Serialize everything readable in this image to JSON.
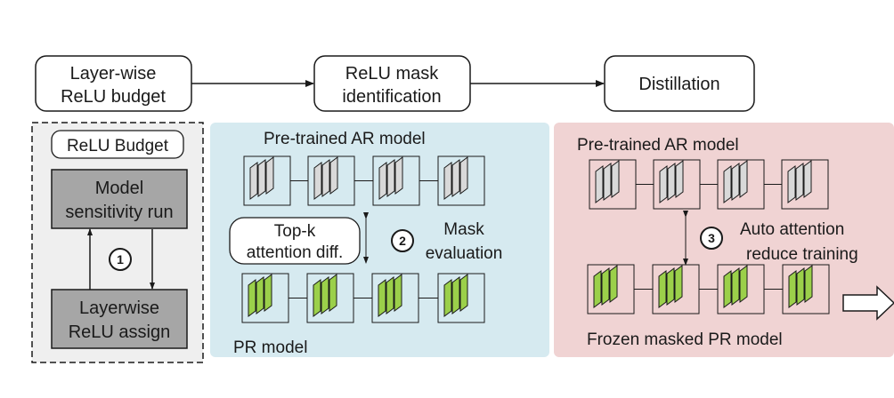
{
  "top_flow": {
    "step1_line1": "Layer-wise",
    "step1_line2": "ReLU budget",
    "step2_line1": "ReLU mask",
    "step2_line2": "identification",
    "step3": "Distillation"
  },
  "left_panel": {
    "title": "ReLU Budget",
    "box1_line1": "Model",
    "box1_line2": "sensitivity run",
    "badge": "1",
    "box2_line1": "Layerwise",
    "box2_line2": "ReLU assign"
  },
  "middle_panel": {
    "top_label": "Pre-trained AR model",
    "pill_line1": "Top-k",
    "pill_line2": "attention diff.",
    "badge": "2",
    "eval_line1": "Mask",
    "eval_line2": "evaluation",
    "bottom_label": "PR model"
  },
  "right_panel": {
    "top_label": "Pre-trained AR model",
    "badge": "3",
    "desc_line1": "Auto attention",
    "desc_line2": "reduce training",
    "bottom_label": "Frozen masked PR model"
  },
  "colors": {
    "left_bg": "#efefef",
    "middle_bg": "#d6eaf0",
    "right_bg": "#f0d3d3",
    "gray_box": "#a6a6a6",
    "ar_layer": "#d9d9d9",
    "pr_layer": "#9bd04a"
  }
}
